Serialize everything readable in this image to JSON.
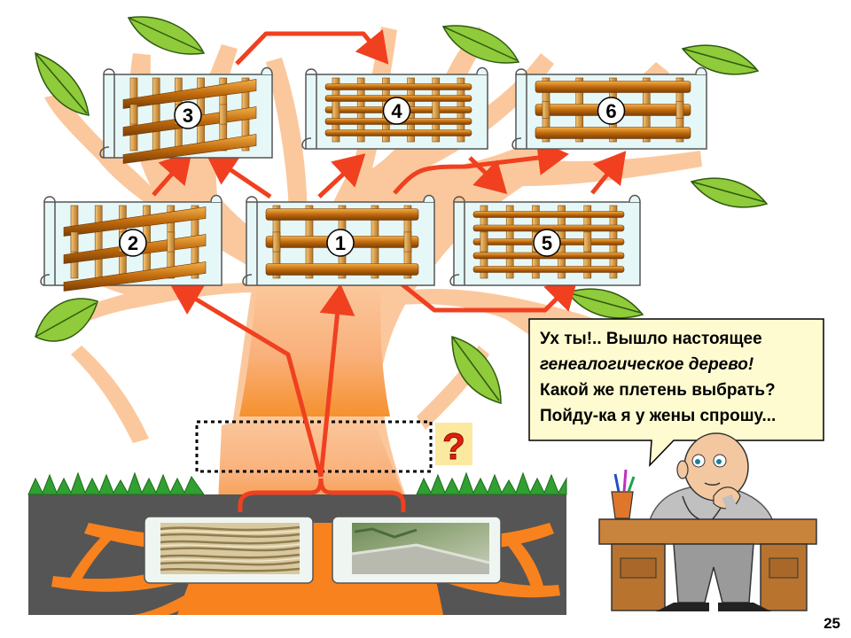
{
  "speech": {
    "line1": "Ух ты!.. Вышло настоящее",
    "line2": "генеалогическое дерево!",
    "line3": "Какой же плетень выбрать?",
    "line4": "Пойду-ка я у жены спрошу..."
  },
  "question_mark": "?",
  "slide_number": "25",
  "panels": [
    {
      "label": "1"
    },
    {
      "label": "2"
    },
    {
      "label": "3"
    },
    {
      "label": "4"
    },
    {
      "label": "5"
    },
    {
      "label": "6"
    }
  ],
  "colors": {
    "trunk": "#FBC79B",
    "arrow": "#F04020",
    "leaf": "#8FCB3A",
    "grass": "#30A030",
    "soil": "#555555",
    "root": "#F8821E",
    "wicker": "#C8720E",
    "panel_bg": "#E6F7F7"
  }
}
